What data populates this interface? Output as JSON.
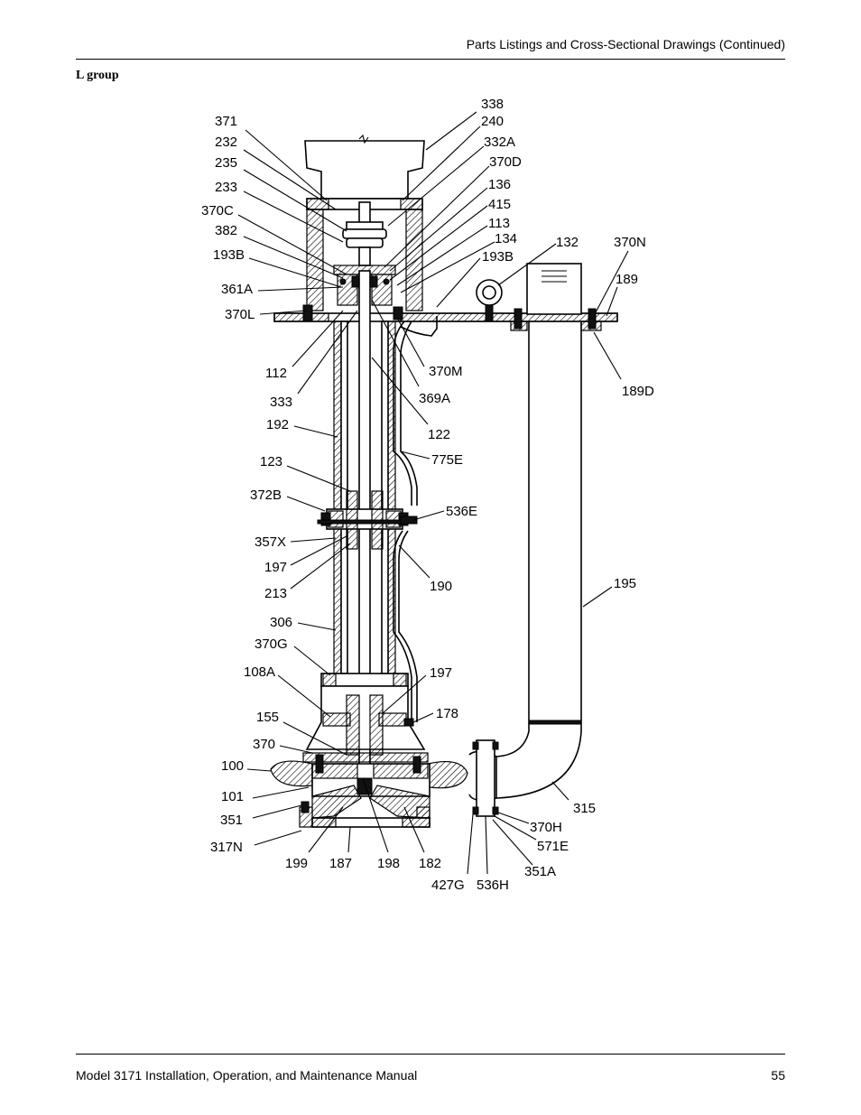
{
  "header": {
    "title": "Parts Listings and Cross-Sectional Drawings (Continued)"
  },
  "section": {
    "title": "L group"
  },
  "footer": {
    "manual": "Model 3171 Installation, Operation, and Maintenance Manual",
    "page": "55"
  },
  "callouts": [
    {
      "id": "338"
    },
    {
      "id": "240"
    },
    {
      "id": "332A"
    },
    {
      "id": "370D"
    },
    {
      "id": "136"
    },
    {
      "id": "415"
    },
    {
      "id": "113"
    },
    {
      "id": "134"
    },
    {
      "id": "193B"
    },
    {
      "id": "132"
    },
    {
      "id": "370N"
    },
    {
      "id": "189"
    },
    {
      "id": "371"
    },
    {
      "id": "232"
    },
    {
      "id": "235"
    },
    {
      "id": "233"
    },
    {
      "id": "370C"
    },
    {
      "id": "382"
    },
    {
      "id": "193B"
    },
    {
      "id": "361A"
    },
    {
      "id": "370L"
    },
    {
      "id": "112"
    },
    {
      "id": "333"
    },
    {
      "id": "370M"
    },
    {
      "id": "369A"
    },
    {
      "id": "189D"
    },
    {
      "id": "192"
    },
    {
      "id": "122"
    },
    {
      "id": "123"
    },
    {
      "id": "775E"
    },
    {
      "id": "372B"
    },
    {
      "id": "536E"
    },
    {
      "id": "357X"
    },
    {
      "id": "197"
    },
    {
      "id": "213"
    },
    {
      "id": "190"
    },
    {
      "id": "195"
    },
    {
      "id": "306"
    },
    {
      "id": "370G"
    },
    {
      "id": "108A"
    },
    {
      "id": "197"
    },
    {
      "id": "155"
    },
    {
      "id": "178"
    },
    {
      "id": "370"
    },
    {
      "id": "100"
    },
    {
      "id": "101"
    },
    {
      "id": "315"
    },
    {
      "id": "351"
    },
    {
      "id": "370H"
    },
    {
      "id": "571E"
    },
    {
      "id": "317N"
    },
    {
      "id": "199"
    },
    {
      "id": "187"
    },
    {
      "id": "198"
    },
    {
      "id": "182"
    },
    {
      "id": "351A"
    },
    {
      "id": "427G"
    },
    {
      "id": "536H"
    }
  ]
}
